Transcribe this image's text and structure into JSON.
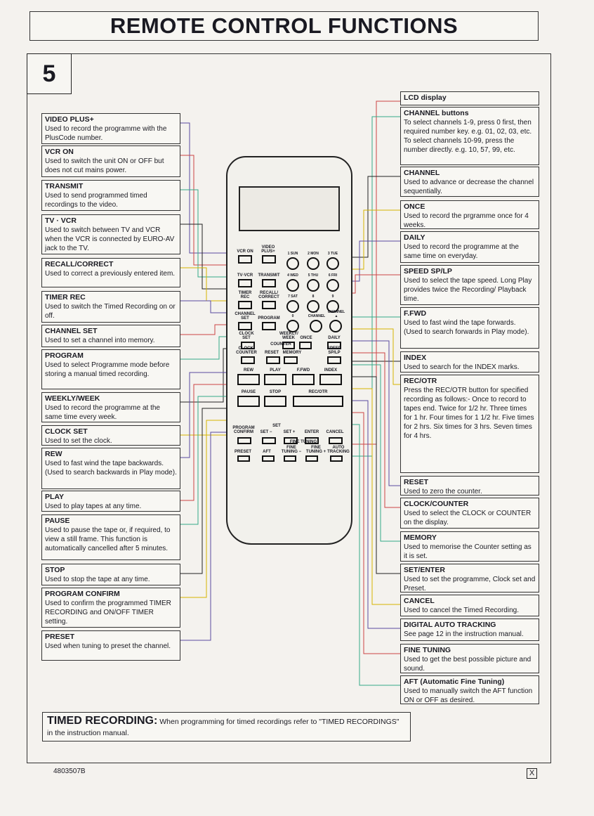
{
  "title": "REMOTE CONTROL FUNCTIONS",
  "section_number": "5",
  "left_items": [
    {
      "title": "VIDEO PLUS+",
      "text": "Used to record the programme with the PlusCode number."
    },
    {
      "title": "VCR ON",
      "text": "Used to switch the unit ON or OFF but does not cut mains power."
    },
    {
      "title": "TRANSMIT",
      "text": "Used to send programmed timed recordings to the video."
    },
    {
      "title": "TV · VCR",
      "text": "Used to switch between TV and VCR when the VCR is connected by EURO-AV jack to the TV."
    },
    {
      "title": "RECALL/CORRECT",
      "text": "Used to correct a previously entered item."
    },
    {
      "title": "TIMER REC",
      "text": "Used to switch the Timed Recording on or off."
    },
    {
      "title": "CHANNEL SET",
      "text": "Used to set a channel into memory."
    },
    {
      "title": "PROGRAM",
      "text": "Used to select Programme mode before storing a manual timed recording."
    },
    {
      "title": "WEEKLY/WEEK",
      "text": "Used to record the programme at the same time every week."
    },
    {
      "title": "CLOCK SET",
      "text": "Used to set the clock."
    },
    {
      "title": "REW",
      "text": "Used to fast wind the tape backwards. (Used to search backwards in Play mode)."
    },
    {
      "title": "PLAY",
      "text": "Used to play tapes at any time."
    },
    {
      "title": "PAUSE",
      "text": "Used to pause the tape or, if required, to view a still frame. This function is automatically cancelled after 5 minutes."
    },
    {
      "title": "STOP",
      "text": "Used to stop the tape at any time."
    },
    {
      "title": "PROGRAM CONFIRM",
      "text": "Used to confirm the programmed TIMER RECORDING and ON/OFF TIMER setting."
    },
    {
      "title": "PRESET",
      "text": "Used when tuning to preset the channel."
    }
  ],
  "right_items": [
    {
      "title": "LCD display",
      "text": ""
    },
    {
      "title": "CHANNEL buttons",
      "text": "To select channels 1-9, press 0 first, then required number key. e.g. 01, 02, 03, etc. To select channels 10-99, press the number directly. e.g. 10, 57, 99, etc."
    },
    {
      "title": "CHANNEL",
      "text": "Used to advance or decrease the channel sequentially."
    },
    {
      "title": "ONCE",
      "text": "Used to record the prgramme once for 4 weeks."
    },
    {
      "title": "DAILY",
      "text": "Used to record the programme at the same time on everyday."
    },
    {
      "title": "SPEED SP/LP",
      "text": "Used to select the tape speed. Long Play provides twice the Recording/ Playback time."
    },
    {
      "title": "F.FWD",
      "text": "Used to fast wind the tape forwards. (Used to search forwards in Play mode)."
    },
    {
      "title": "INDEX",
      "text": "Used to search for the INDEX marks."
    },
    {
      "title": "REC/OTR",
      "text": "Press the REC/OTR button for specified recording as follows:- Once to record to tapes end. Twice for 1/2 hr. Three times for 1 hr. Four times for 1 1/2 hr. Five times for 2 hrs. Six times for 3 hrs. Seven times for 4 hrs."
    },
    {
      "title": "RESET",
      "text": "Used to zero the counter."
    },
    {
      "title": "CLOCK/COUNTER",
      "text": "Used to select the CLOCK or COUNTER on the display."
    },
    {
      "title": "MEMORY",
      "text": "Used to memorise the Counter setting as it is set."
    },
    {
      "title": "SET/ENTER",
      "text": "Used to set the programme, Clock set and Preset."
    },
    {
      "title": "CANCEL",
      "text": "Used to cancel the Timed Recording."
    },
    {
      "title": "DIGITAL AUTO TRACKING",
      "text": "See page 12 in the instruction manual."
    },
    {
      "title": "FINE TUNING",
      "text": "Used to get the best possible picture and sound."
    },
    {
      "title": "AFT (Automatic Fine Tuning)",
      "text": "Used to manually switch the AFT function ON or OFF as desired."
    }
  ],
  "remote": {
    "buttons": [
      "VCR ON",
      "VIDEO PLUS+",
      "TV·VCR",
      "TRANSMIT",
      "TIMER REC",
      "RECALL/ CORRECT",
      "CHANNEL SET",
      "PROGRAM",
      "CLOCK SET",
      "WEEKLY/ WEEK",
      "ONCE",
      "DAILY",
      "CLOCK/ COUNTER",
      "RESET",
      "MEMORY",
      "SPEED SP/LP",
      "REW",
      "PLAY",
      "F.FWD",
      "INDEX",
      "PAUSE",
      "STOP",
      "REC/OTR",
      "PROGRAM CONFIRM",
      "SET −",
      "SET +",
      "ENTER",
      "CANCEL",
      "PRESET",
      "AFT",
      "FINE TUNING −",
      "FINE TUNING +",
      "AUTO TRACKING"
    ],
    "round_keys": [
      "1 SUN",
      "2 MON",
      "3 TUE",
      "4 WED",
      "5 THU",
      "6 FRI",
      "7 SAT",
      "8",
      "9",
      "0",
      "▼ CHANNEL",
      "CHANNEL ▲"
    ],
    "group_labels": {
      "counter": "COUNTER",
      "set": "SET",
      "fine_tuning": "FINE TUNING"
    }
  },
  "timed_recording": {
    "heading": "TIMED RECORDING:",
    "text": "When programming for timed recordings refer to \"TIMED RECORDINGS\" in the instruction manual."
  },
  "footer": {
    "code": "4803507B",
    "mark": "X"
  }
}
